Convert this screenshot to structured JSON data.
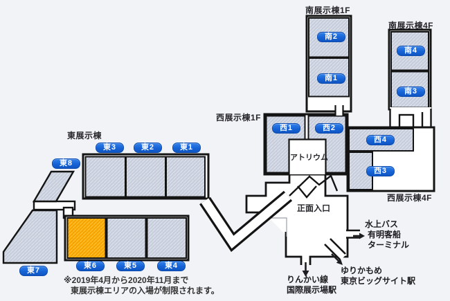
{
  "map": {
    "area_labels": {
      "east": "東展示棟",
      "west_1f": "西展示棟1F",
      "west_4f": "西展示棟4F",
      "south_1f": "南展示棟1F",
      "south_4f": "南展示棟4F",
      "atrium": "アトリウム",
      "main_entrance": "正面入口"
    },
    "halls": [
      {
        "id": "south-2",
        "label": "南2",
        "highlighted": false
      },
      {
        "id": "south-1",
        "label": "南1",
        "highlighted": false
      },
      {
        "id": "south-4",
        "label": "南4",
        "highlighted": false
      },
      {
        "id": "south-3",
        "label": "南3",
        "highlighted": false
      },
      {
        "id": "west-1",
        "label": "西1",
        "highlighted": false
      },
      {
        "id": "west-2",
        "label": "西2",
        "highlighted": false
      },
      {
        "id": "west-4",
        "label": "西4",
        "highlighted": false
      },
      {
        "id": "west-3",
        "label": "西3",
        "highlighted": false
      },
      {
        "id": "east-3",
        "label": "東3",
        "highlighted": false
      },
      {
        "id": "east-2",
        "label": "東2",
        "highlighted": false
      },
      {
        "id": "east-1",
        "label": "東1",
        "highlighted": false
      },
      {
        "id": "east-8",
        "label": "東8",
        "highlighted": false
      },
      {
        "id": "east-7",
        "label": "東7",
        "highlighted": false
      },
      {
        "id": "east-6",
        "label": "東6",
        "highlighted": true
      },
      {
        "id": "east-5",
        "label": "東5",
        "highlighted": false
      },
      {
        "id": "east-4",
        "label": "東4",
        "highlighted": false
      }
    ],
    "destinations": {
      "water_bus": {
        "lines": [
          "水上バス",
          "有明客船",
          "ターミナル"
        ],
        "arrow": "right"
      },
      "yurikamome": {
        "lines": [
          "ゆりかもめ",
          "東京ビッグサイト駅"
        ],
        "arrow": "down-right"
      },
      "rinkai": {
        "lines": [
          "りんかい線",
          "国際展示場駅"
        ],
        "arrow": "down"
      }
    },
    "notice": {
      "line1": "※2019年4月から2020年11月まで",
      "line2": "東展示棟エリアの入場が制限されます。"
    },
    "colors": {
      "background": "#f1f3f7",
      "hall_fill": "#c7cdda",
      "hall_hatch": "#dde2ec",
      "highlight_fill": "#f7a400",
      "highlight_hatch": "#ffc233",
      "button_blue": "#1661d2",
      "outline": "#141414"
    }
  }
}
